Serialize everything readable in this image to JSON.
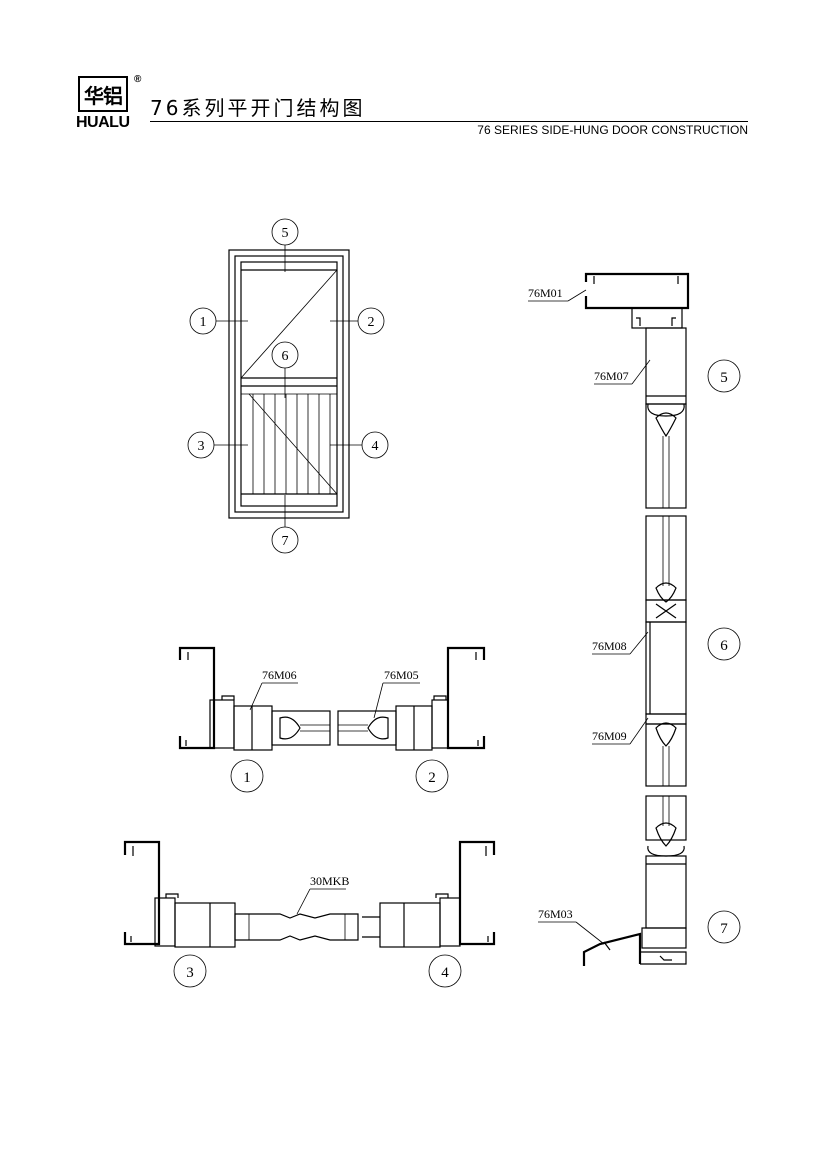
{
  "header": {
    "logo_cn": "华铝",
    "logo_en": "HUALU",
    "registered": "®",
    "title_cn": "76系列平开门结构图",
    "title_en": "76 SERIES SIDE-HUNG DOOR CONSTRUCTION"
  },
  "callouts": {
    "elevation": [
      "1",
      "2",
      "3",
      "4",
      "5",
      "6",
      "7"
    ],
    "section_top": [
      "1",
      "2"
    ],
    "section_bottom": [
      "3",
      "4"
    ],
    "section_vertical": [
      "5",
      "6",
      "7"
    ]
  },
  "parts": {
    "m01": "76M01",
    "m07": "76M07",
    "m08": "76M08",
    "m09": "76M09",
    "m03": "76M03",
    "m06": "76M06",
    "m05": "76M05",
    "mkb": "30MKB"
  }
}
